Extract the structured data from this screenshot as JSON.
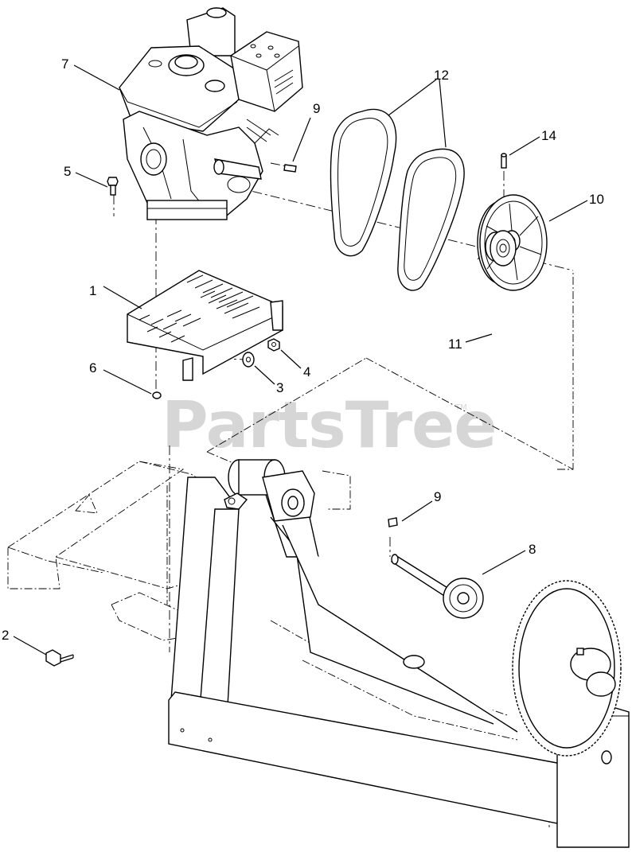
{
  "watermark": {
    "brand": "PartsTree",
    "trademark": "TM"
  },
  "callouts": [
    {
      "id": "7",
      "label": "7"
    },
    {
      "id": "5",
      "label": "5"
    },
    {
      "id": "9a",
      "label": "9"
    },
    {
      "id": "12",
      "label": "12"
    },
    {
      "id": "14",
      "label": "14"
    },
    {
      "id": "10",
      "label": "10"
    },
    {
      "id": "1",
      "label": "1"
    },
    {
      "id": "6",
      "label": "6"
    },
    {
      "id": "4",
      "label": "4"
    },
    {
      "id": "3",
      "label": "3"
    },
    {
      "id": "11",
      "label": "11"
    },
    {
      "id": "9b",
      "label": "9"
    },
    {
      "id": "8",
      "label": "8"
    },
    {
      "id": "2",
      "label": "2"
    }
  ]
}
